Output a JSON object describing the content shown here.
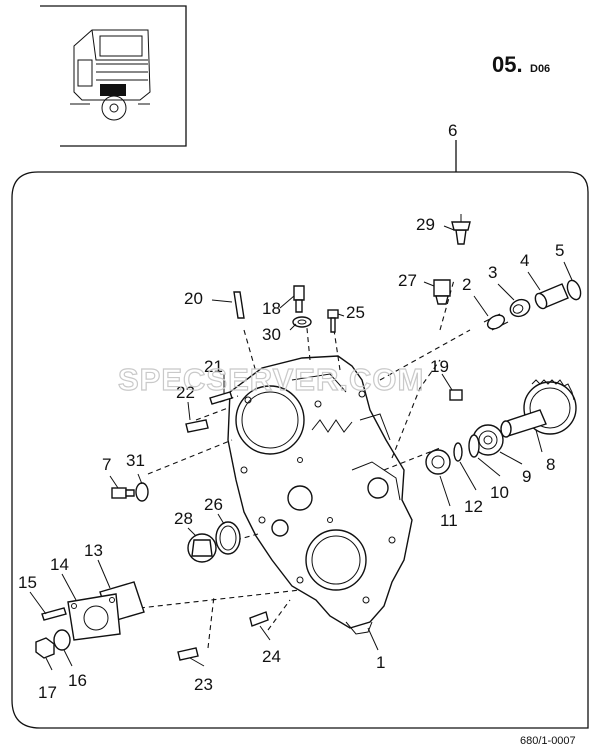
{
  "section": {
    "number": "05.",
    "suffix": "D06"
  },
  "watermark": "SPECSERVER.COM",
  "footer_code": "680/1-0007",
  "callouts": [
    "1",
    "2",
    "3",
    "4",
    "5",
    "6",
    "7",
    "8",
    "9",
    "10",
    "11",
    "12",
    "13",
    "14",
    "15",
    "16",
    "17",
    "18",
    "19",
    "20",
    "21",
    "22",
    "23",
    "24",
    "25",
    "26",
    "27",
    "28",
    "29",
    "30",
    "31"
  ]
}
